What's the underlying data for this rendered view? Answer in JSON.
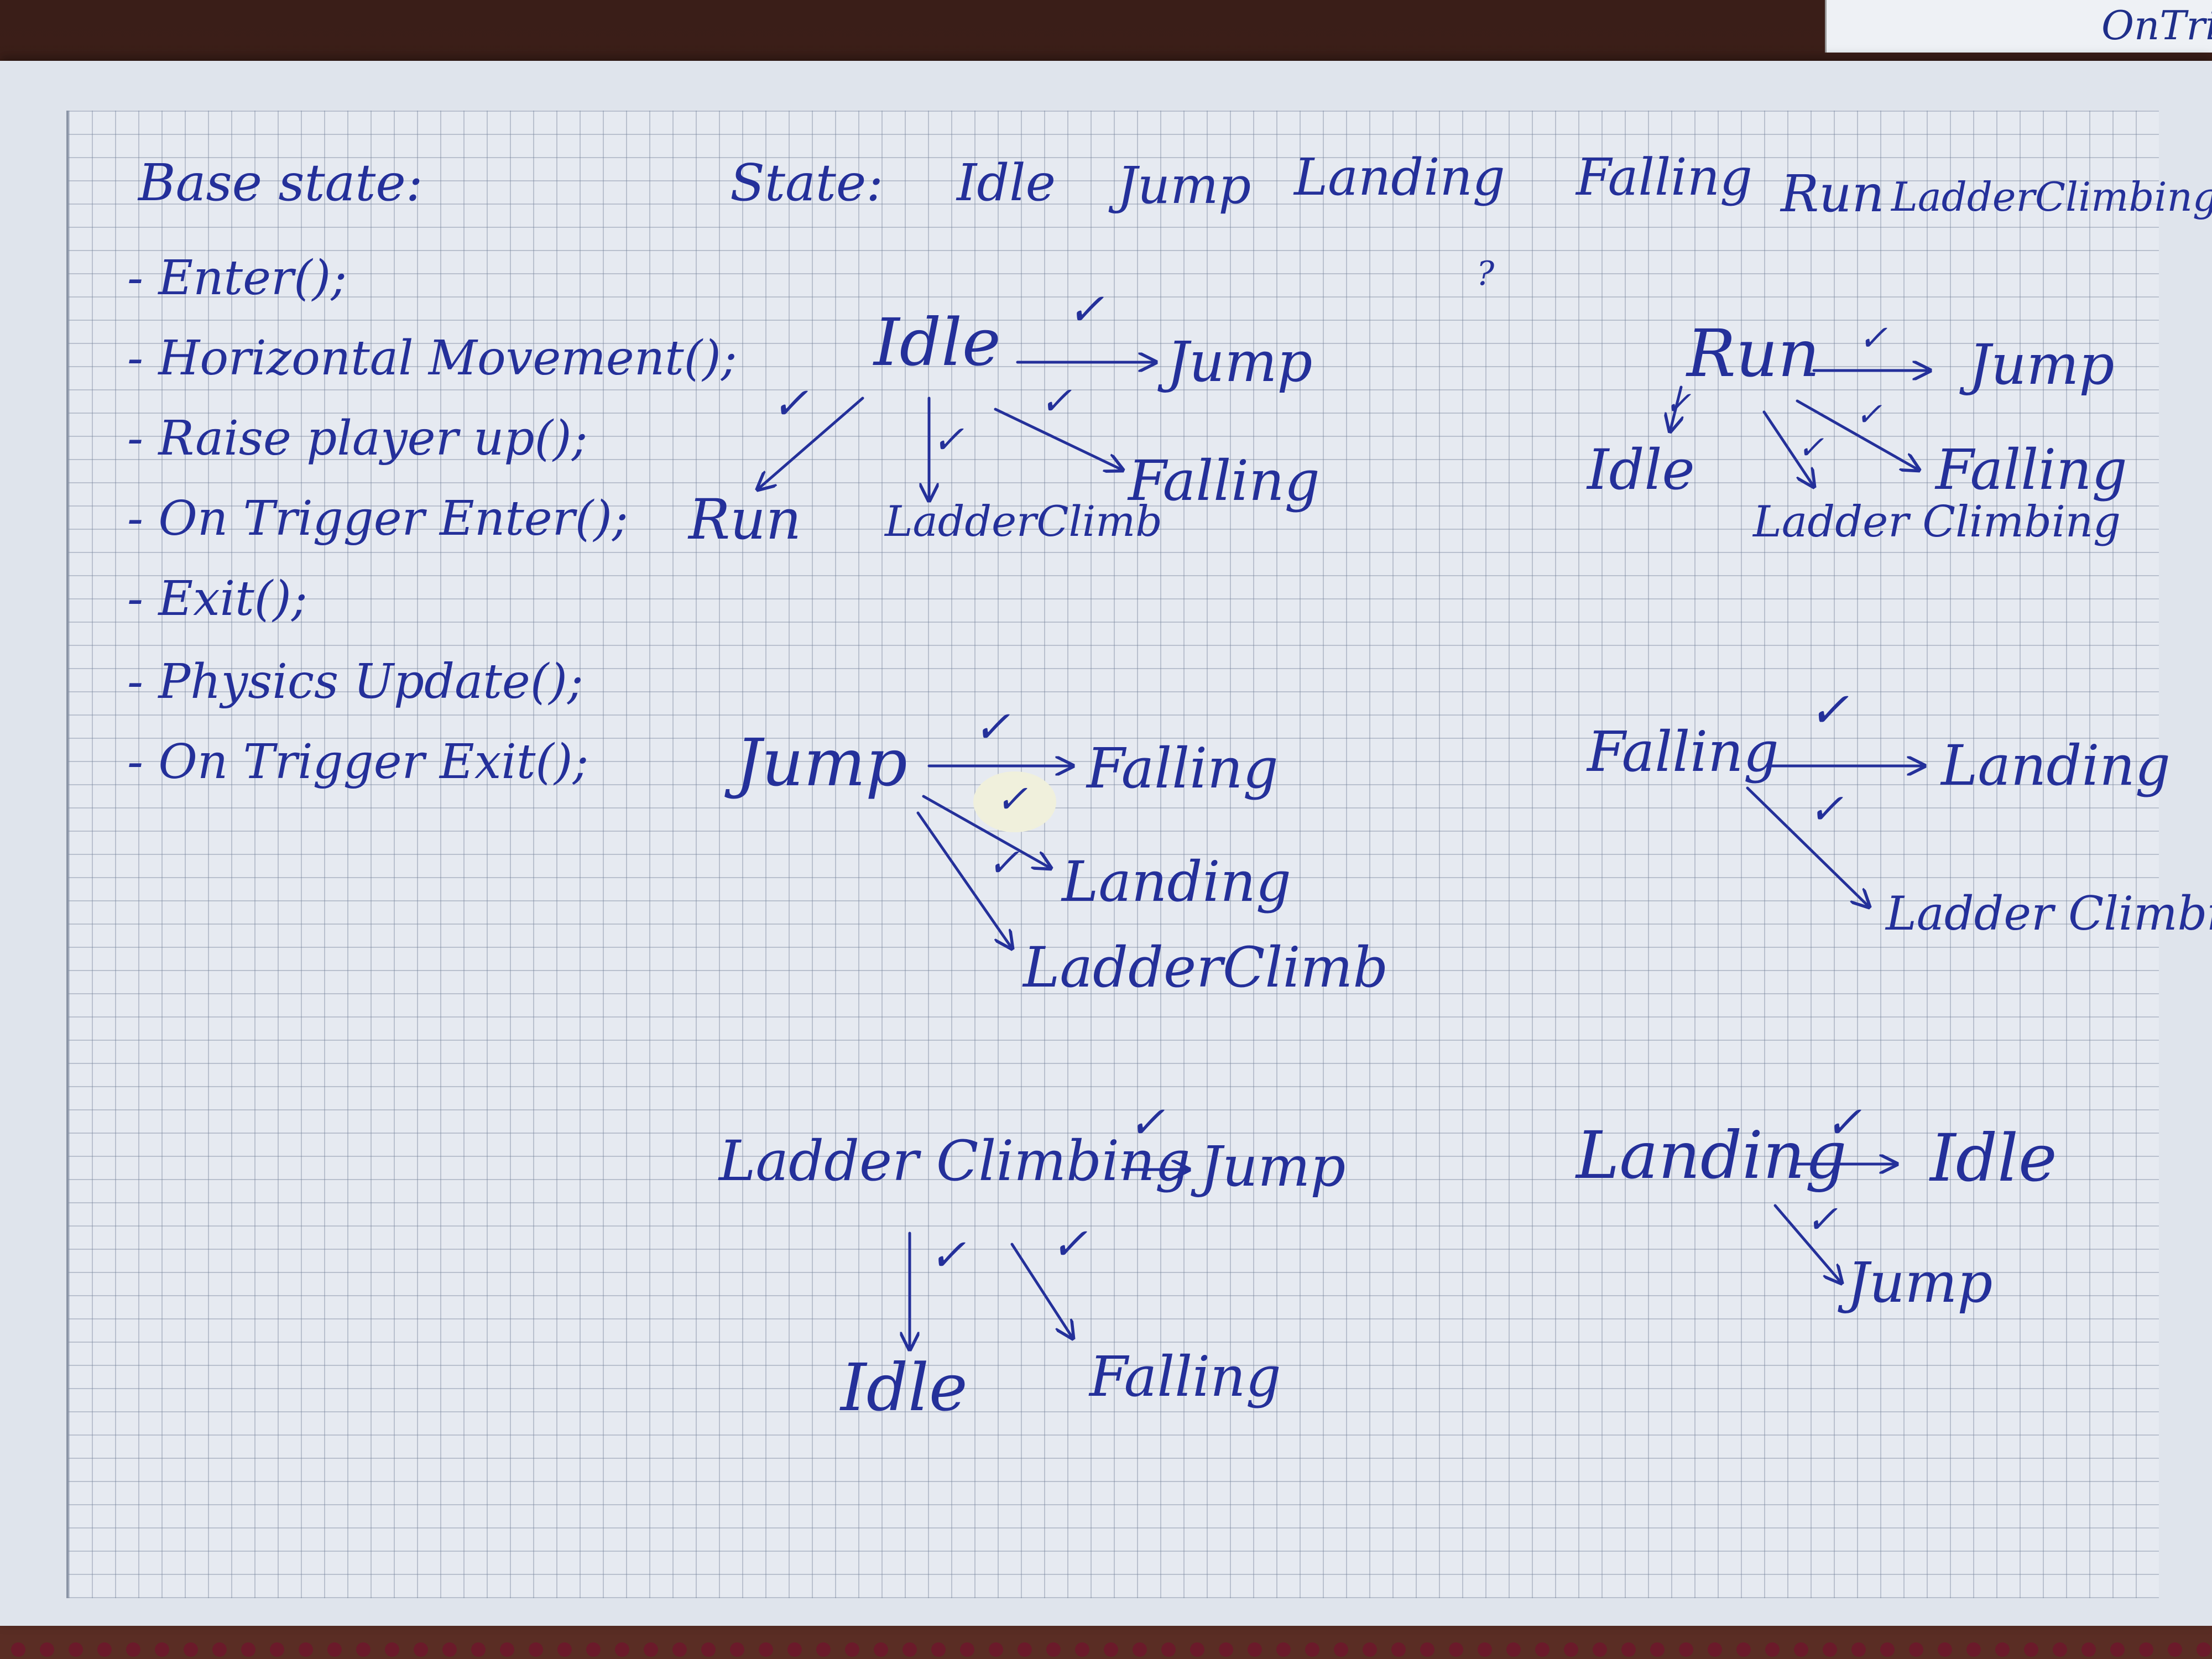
{
  "base_state": {
    "heading": "Base state:",
    "methods": [
      "- Enter();",
      "- Horizontal Movement();",
      "- Raise player up();",
      "- On Trigger Enter();",
      "- Exit();",
      "- Physics Update();",
      "- On Trigger Exit();"
    ]
  },
  "states_line": {
    "label": "State:",
    "items": [
      "Idle",
      "Jump",
      "Landing",
      "Falling",
      "Run",
      "LadderClimbing"
    ],
    "question_mark": "?"
  },
  "corner_text": "OnTrig",
  "check_mark": "✓",
  "diagrams": {
    "idle": {
      "source": "Idle",
      "targets": [
        "Jump",
        "Run",
        "LadderClimb",
        "Falling"
      ]
    },
    "run": {
      "source": "Run",
      "targets": [
        "Jump",
        "Idle",
        "Ladder Climbing",
        "Falling"
      ]
    },
    "jump": {
      "source": "Jump",
      "targets": [
        "Falling",
        "Landing",
        "LadderClimb"
      ]
    },
    "falling": {
      "source": "Falling",
      "targets": [
        "Landing",
        "Ladder Climbing"
      ]
    },
    "ladder": {
      "source": "Ladder Climbing",
      "targets": [
        "Jump",
        "Idle",
        "Falling"
      ]
    },
    "landing": {
      "source": "Landing",
      "targets": [
        "Idle",
        "Jump"
      ]
    }
  },
  "colors": {
    "ink": "#24309a",
    "paper": "#e6eaf1",
    "desk": "#4a2620"
  }
}
